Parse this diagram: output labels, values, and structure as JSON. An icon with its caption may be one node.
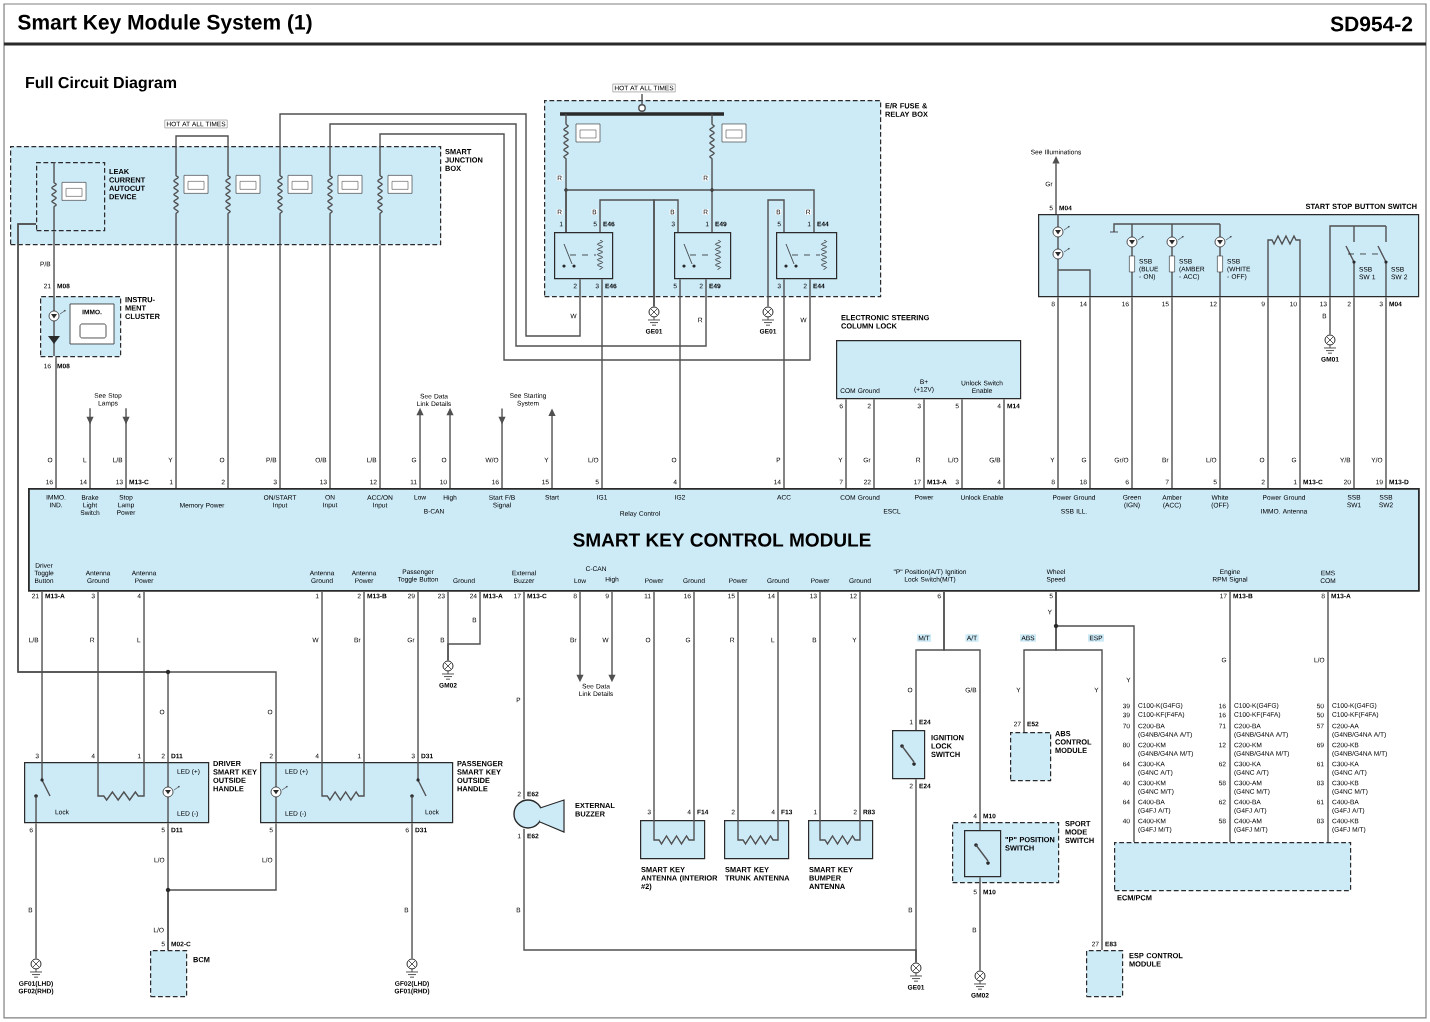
{
  "diagram": {
    "title": "Smart Key Module System (1)",
    "nodes": [
      {
        "text": [
          "SMART JUNCTION BOX"
        ]
      },
      {
        "text": [
          "LEAK CURRENT AUTOCUT DEVICE"
        ],
        "in": 0
      },
      {
        "text": [
          "INSTRU- MENT CLUSTER"
        ]
      },
      {
        "text": [
          "E/R FUSE & RELAY BOX"
        ]
      },
      {
        "text": [],
        "shape": "box",
        "in": 3
      },
      {
        "text": [],
        "shape": "box",
        "in": 3
      },
      {
        "text": [],
        "shape": "box",
        "in": 3
      },
      {
        "text": [
          "GE01"
        ]
      },
      {
        "text": [
          "GE01"
        ]
      },
      {
        "text": [
          "See Stop Lamps"
        ]
      },
      {
        "text": [
          "See Data Link Details"
        ]
      },
      {
        "text": [
          "See Starting System"
        ]
      },
      {
        "text": [
          "ELECTRONIC STEERING COLUMN LOCK"
        ]
      },
      {
        "text": [
          "See Illuminations"
        ]
      },
      {
        "text": [
          "START STOP BUTTON SWITCH"
        ]
      },
      {
        "text": [
          "GM01"
        ]
      },
      {
        "text": [
          "SMART KEY CONTROL MODULE"
        ]
      },
      {
        "text": [
          "GM02"
        ]
      },
      {
        "text": [
          "See Data Link Details"
        ]
      },
      {
        "text": [
          "IGNITION LOCK SWITCH"
        ]
      },
      {
        "text": [
          "ABS CONTROL MODULE"
        ]
      },
      {
        "text": [
          "DRIVER SMART KEY OUTSIDE HANDLE"
        ]
      },
      {
        "text": [
          "PASSENGER SMART KEY OUTSIDE HANDLE"
        ]
      },
      {
        "text": [
          "EXTERNAL BUZZER"
        ]
      },
      {
        "text": [
          "SMART KEY ANTENNA (INTERIOR #2)"
        ]
      },
      {
        "text": [
          "SMART KEY TRUNK ANTENNA"
        ]
      },
      {
        "text": [
          "SMART KEY BUMPER ANTENNA"
        ]
      },
      {
        "text": [
          "SPORT MODE SWITCH"
        ]
      },
      {
        "text": [
          "\"P\" POSITION SWITCH"
        ],
        "in": 27
      },
      {
        "text": [
          "ECM/PCM"
        ]
      },
      {
        "text": [
          "BCM"
        ]
      },
      {
        "text": [
          "GF01(LHD) GF02(RHD)"
        ]
      },
      {
        "text": [
          "GF02(LHD) GF01(RHD)"
        ]
      },
      {
        "text": [
          "GE01"
        ]
      },
      {
        "text": [
          "GM02"
        ]
      },
      {
        "text": [
          "ESP CONTROL MODULE"
        ]
      }
    ],
    "edges": [
      {
        "from": 16,
        "to": 2,
        "arrow": "none",
        "label": "O"
      },
      {
        "from": 1,
        "to": 2,
        "arrow": "none",
        "label": "P/B"
      },
      {
        "from": 1,
        "to": 21,
        "arrow": "none",
        "label": "O"
      },
      {
        "from": 1,
        "to": 22,
        "arrow": "none",
        "label": "O"
      },
      {
        "from": 16,
        "to": 0,
        "arrow": "none",
        "label": "Y"
      },
      {
        "from": 16,
        "to": 0,
        "arrow": "none",
        "label": "O"
      },
      {
        "from": 16,
        "to": 0,
        "arrow": "none",
        "label": "P/B"
      },
      {
        "from": 16,
        "to": 0,
        "arrow": "none",
        "label": "O/B"
      },
      {
        "from": 16,
        "to": 0,
        "arrow": "none",
        "label": "L/B"
      },
      {
        "from": 0,
        "to": 4,
        "arrow": "none",
        "label": "W"
      },
      {
        "from": 0,
        "to": 5,
        "arrow": "none",
        "label": "R"
      },
      {
        "from": 0,
        "to": 6,
        "arrow": "none",
        "label": "W"
      },
      {
        "from": 4,
        "to": 7,
        "arrow": "none",
        "label": "B"
      },
      {
        "from": 5,
        "to": 7,
        "arrow": "none",
        "label": "B"
      },
      {
        "from": 6,
        "to": 8,
        "arrow": "none",
        "label": "B"
      },
      {
        "from": 4,
        "to": 16,
        "arrow": "none",
        "label": "L/O"
      },
      {
        "from": 5,
        "to": 16,
        "arrow": "none",
        "label": "O"
      },
      {
        "from": 6,
        "to": 16,
        "arrow": "none",
        "label": "P"
      },
      {
        "from": 9,
        "to": 16,
        "arrow": "to",
        "label": "L"
      },
      {
        "from": 9,
        "to": 16,
        "arrow": "to",
        "label": "L/B"
      },
      {
        "from": 16,
        "to": 10,
        "arrow": "to",
        "label": "G"
      },
      {
        "from": 16,
        "to": 10,
        "arrow": "to",
        "label": "O"
      },
      {
        "from": 11,
        "to": 16,
        "arrow": "to",
        "label": "W/O"
      },
      {
        "from": 16,
        "to": 11,
        "arrow": "to",
        "label": "Y"
      },
      {
        "from": 16,
        "to": 12,
        "arrow": "none",
        "label": "Y"
      },
      {
        "from": 16,
        "to": 12,
        "arrow": "none",
        "label": "Gr"
      },
      {
        "from": 16,
        "to": 12,
        "arrow": "none",
        "label": "R"
      },
      {
        "from": 16,
        "to": 12,
        "arrow": "none",
        "label": "L/O"
      },
      {
        "from": 16,
        "to": 12,
        "arrow": "none",
        "label": "G/B"
      },
      {
        "from": 14,
        "to": 13,
        "arrow": "to",
        "label": "Gr"
      },
      {
        "from": 16,
        "to": 14,
        "arrow": "none",
        "label": "Y"
      },
      {
        "from": 16,
        "to": 14,
        "arrow": "none",
        "label": "G"
      },
      {
        "from": 16,
        "to": 14,
        "arrow": "none",
        "label": "Gr/O"
      },
      {
        "from": 16,
        "to": 14,
        "arrow": "none",
        "label": "Br"
      },
      {
        "from": 16,
        "to": 14,
        "arrow": "none",
        "label": "L/O"
      },
      {
        "from": 16,
        "to": 14,
        "arrow": "none",
        "label": "O"
      },
      {
        "from": 16,
        "to": 14,
        "arrow": "none",
        "label": "G"
      },
      {
        "from": 16,
        "to": 14,
        "arrow": "none",
        "label": "Y/B"
      },
      {
        "from": 16,
        "to": 14,
        "arrow": "none",
        "label": "Y/O"
      },
      {
        "from": 14,
        "to": 15,
        "arrow": "none",
        "label": "B"
      },
      {
        "from": 16,
        "to": 21,
        "arrow": "none",
        "label": "L/B"
      },
      {
        "from": 16,
        "to": 21,
        "arrow": "none",
        "label": "R"
      },
      {
        "from": 16,
        "to": 21,
        "arrow": "none",
        "label": "L"
      },
      {
        "from": 16,
        "to": 22,
        "arrow": "none",
        "label": "W"
      },
      {
        "from": 16,
        "to": 22,
        "arrow": "none",
        "label": "Br"
      },
      {
        "from": 16,
        "to": 22,
        "arrow": "none",
        "label": "Gr"
      },
      {
        "from": 16,
        "to": 17,
        "arrow": "none",
        "label": "B"
      },
      {
        "from": 16,
        "to": 17,
        "arrow": "none",
        "label": "B"
      },
      {
        "from": 16,
        "to": 23,
        "arrow": "none",
        "label": "P"
      },
      {
        "from": 16,
        "to": 18,
        "arrow": "to",
        "label": "Br"
      },
      {
        "from": 16,
        "to": 18,
        "arrow": "to",
        "label": "W"
      },
      {
        "from": 16,
        "to": 24,
        "arrow": "none",
        "label": "O"
      },
      {
        "from": 16,
        "to": 24,
        "arrow": "none",
        "label": "G"
      },
      {
        "from": 16,
        "to": 25,
        "arrow": "none",
        "label": "R"
      },
      {
        "from": 16,
        "to": 25,
        "arrow": "none",
        "label": "L"
      },
      {
        "from": 16,
        "to": 26,
        "arrow": "none",
        "label": "B"
      },
      {
        "from": 16,
        "to": 26,
        "arrow": "none",
        "label": "Y"
      },
      {
        "from": 16,
        "to": 19,
        "arrow": "none",
        "label": "O"
      },
      {
        "from": 16,
        "to": 28,
        "arrow": "none",
        "label": "G/B"
      },
      {
        "from": 16,
        "to": 20,
        "arrow": "none",
        "label": "Y"
      },
      {
        "from": 16,
        "to": 35,
        "arrow": "none",
        "label": "Y"
      },
      {
        "from": 16,
        "to": 29,
        "arrow": "none",
        "label": "Y"
      },
      {
        "from": 16,
        "to": 29,
        "arrow": "none",
        "label": "G"
      },
      {
        "from": 16,
        "to": 29,
        "arrow": "none",
        "label": "L/O"
      },
      {
        "from": 23,
        "to": 33,
        "arrow": "none",
        "label": "B"
      },
      {
        "from": 19,
        "to": 33,
        "arrow": "none",
        "label": "B"
      },
      {
        "from": 21,
        "to": 30,
        "arrow": "none",
        "label": "L/O"
      },
      {
        "from": 22,
        "to": 30,
        "arrow": "none",
        "label": "L/O"
      },
      {
        "from": 21,
        "to": 31,
        "arrow": "none",
        "label": "B"
      },
      {
        "from": 22,
        "to": 32,
        "arrow": "none",
        "label": "B"
      },
      {
        "from": 28,
        "to": 34,
        "arrow": "none",
        "label": "B"
      },
      {
        "from": 4,
        "to": 6,
        "arrow": "none",
        "label": "R"
      }
    ],
    "labels": [
      "SD954-2",
      "Full Circuit Diagram",
      "HOT AT ALL TIMES",
      "HOT AT ALL TIMES",
      "IMMO.",
      "21",
      "M08",
      "16",
      "M08",
      "R",
      "R",
      "R",
      "1",
      "5",
      "E46",
      "2",
      "3",
      "E46",
      "3",
      "R",
      "1",
      "E49",
      "5",
      "2",
      "E49",
      "5",
      "1",
      "E44",
      "3",
      "2",
      "E44",
      "16",
      "14",
      "13",
      "M13-C",
      "1",
      "2",
      "3",
      "13",
      "12",
      "11",
      "10",
      "16",
      "15",
      "5",
      "4",
      "14",
      "7",
      "22",
      "17",
      "M13-A",
      "3",
      "4",
      "8",
      "18",
      "6",
      "7",
      "5",
      "2",
      "1",
      "M13-C",
      "20",
      "19",
      "M13-D",
      "IMMO. IND.",
      "Brake Light Switch",
      "Stop Lamp Power",
      "Memory Power",
      "ON/START Input",
      "ON Input",
      "ACC/ON Input",
      "Low",
      "High",
      "B-CAN",
      "Start F/B Signal",
      "Start",
      "IG1",
      "IG2",
      "ACC",
      "Relay Control",
      "COM Ground",
      "Power",
      "ESCL",
      "Unlock Enable",
      "Power Ground",
      "SSB ILL.",
      "Green (IGN)",
      "Amber (ACC)",
      "White (OFF)",
      "Power Ground",
      "IMMO. Antenna",
      "SSB SW1",
      "SSB SW2",
      "Driver Toggle Button",
      "Antenna Ground",
      "Antenna Power",
      "Antenna Ground",
      "Antenna Power",
      "Passenger Toggle Button",
      "Ground",
      "External Buzzer",
      "C-CAN",
      "Low",
      "High",
      "Power",
      "Ground",
      "Power",
      "Ground",
      "Power",
      "Ground",
      "\"P\" Position(A/T) Ignition Lock Switch(M/T)",
      "Wheel Speed",
      "Engine RPM Signal",
      "EMS COM",
      "21",
      "M13-A",
      "3",
      "4",
      "1",
      "2",
      "M13-B",
      "29",
      "23",
      "24",
      "M13-A",
      "17",
      "M13-C",
      "8",
      "9",
      "11",
      "16",
      "15",
      "14",
      "13",
      "12",
      "6",
      "5",
      "17",
      "M13-B",
      "8",
      "M13-A",
      "COM Ground",
      "B+ (+12V)",
      "Unlock Switch Enable",
      "6",
      "2",
      "3",
      "5",
      "4",
      "M14",
      "5",
      "M04",
      "SSB (BLUE - ON)",
      "SSB (AMBER - ACC)",
      "SSB (WHITE - OFF)",
      "SSB SW 1",
      "SSB SW 2",
      "8",
      "14",
      "16",
      "15",
      "12",
      "9",
      "10",
      "13",
      "2",
      "3",
      "M04",
      "3",
      "4",
      "1",
      "2",
      "D11",
      "LED (+)",
      "Lock",
      "LED (-)",
      "6",
      "5",
      "D11",
      "2",
      "4",
      "1",
      "3",
      "D31",
      "LED (+)",
      "LED (-)",
      "Lock",
      "5",
      "6",
      "D31",
      "5",
      "M02-C",
      "2",
      "E62",
      "1",
      "E62",
      "3",
      "4",
      "F14",
      "2",
      "4",
      "F13",
      "1",
      "2",
      "R83",
      "M/T",
      "A/T",
      "ABS",
      "ESP",
      "1",
      "E24",
      "2",
      "E24",
      "27",
      "E52",
      "4",
      "M10",
      "5",
      "M10",
      "27",
      "E83",
      "39",
      "C100-K(G4FG)",
      "39",
      "C100-KF(F4FA)",
      "70",
      "C200-BA",
      "(G4NB/G4NA A/T)",
      "80",
      "C200-KM",
      "(G4NB/G4NA M/T)",
      "64",
      "C300-KA",
      "(G4NC A/T)",
      "40",
      "C300-KM",
      "(G4NC M/T)",
      "64",
      "C400-BA",
      "(G4FJ A/T)",
      "40",
      "C400-KM",
      "(G4FJ M/T)",
      "16",
      "C100-K(G4FG)",
      "16",
      "C100-KF(F4FA)",
      "71",
      "C200-BA",
      "(G4NB/G4NA A/T)",
      "12",
      "C200-KM",
      "(G4NB/G4NA M/T)",
      "62",
      "C300-KA",
      "(G4NC A/T)",
      "58",
      "C300-AM",
      "(G4NC M/T)",
      "62",
      "C400-BA",
      "(G4FJ A/T)",
      "58",
      "C400-AM",
      "(G4FJ M/T)",
      "50",
      "C100-K(G4FG)",
      "50",
      "C100-KF(F4FA)",
      "57",
      "C200-AA",
      "(G4NB/G4NA A/T)",
      "69",
      "C200-KB",
      "(G4NB/G4NA M/T)",
      "61",
      "C300-KA",
      "(G4NC A/T)",
      "83",
      "C300-KB",
      "(G4NC M/T)",
      "61",
      "C400-BA",
      "(G4FJ A/T)",
      "83",
      "C400-KB",
      "(G4FJ M/T)",
      "L/O",
      "Y"
    ]
  }
}
